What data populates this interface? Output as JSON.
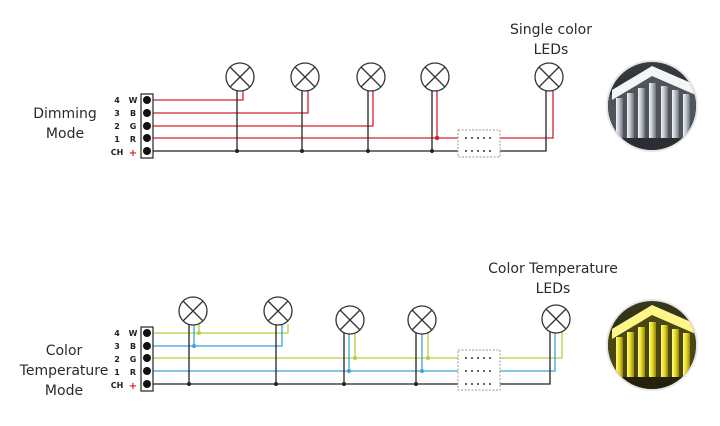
{
  "top_section": {
    "mode_label": [
      "Dimming",
      "Mode"
    ],
    "led_label": [
      "Single color",
      "LEDs"
    ],
    "channels": [
      {
        "num": "4",
        "letter": "W"
      },
      {
        "num": "3",
        "letter": "B"
      },
      {
        "num": "2",
        "letter": "G"
      },
      {
        "num": "1",
        "letter": "R"
      },
      {
        "num": "CH",
        "letter": "+"
      }
    ]
  },
  "bottom_section": {
    "mode_label": [
      "Color",
      "Temperature",
      "Mode"
    ],
    "led_label": [
      "Color Temperature",
      "LEDs"
    ],
    "channels": [
      {
        "num": "4",
        "letter": "W"
      },
      {
        "num": "3",
        "letter": "B"
      },
      {
        "num": "2",
        "letter": "G"
      },
      {
        "num": "1",
        "letter": "R"
      },
      {
        "num": "CH",
        "letter": "+"
      }
    ]
  },
  "colors": {
    "red_wire": "#d4202a",
    "black_wire": "#222222",
    "blue_wire": "#3aa3d8",
    "green_wire": "#b7cf3c",
    "white_photo_tone": "#cfd3d8",
    "yellow_photo_tone": "#e8dc2a"
  },
  "icons": [
    "lamp-icon",
    "terminal-block-icon",
    "connector-icon",
    "building-photo-white",
    "building-photo-yellow"
  ]
}
